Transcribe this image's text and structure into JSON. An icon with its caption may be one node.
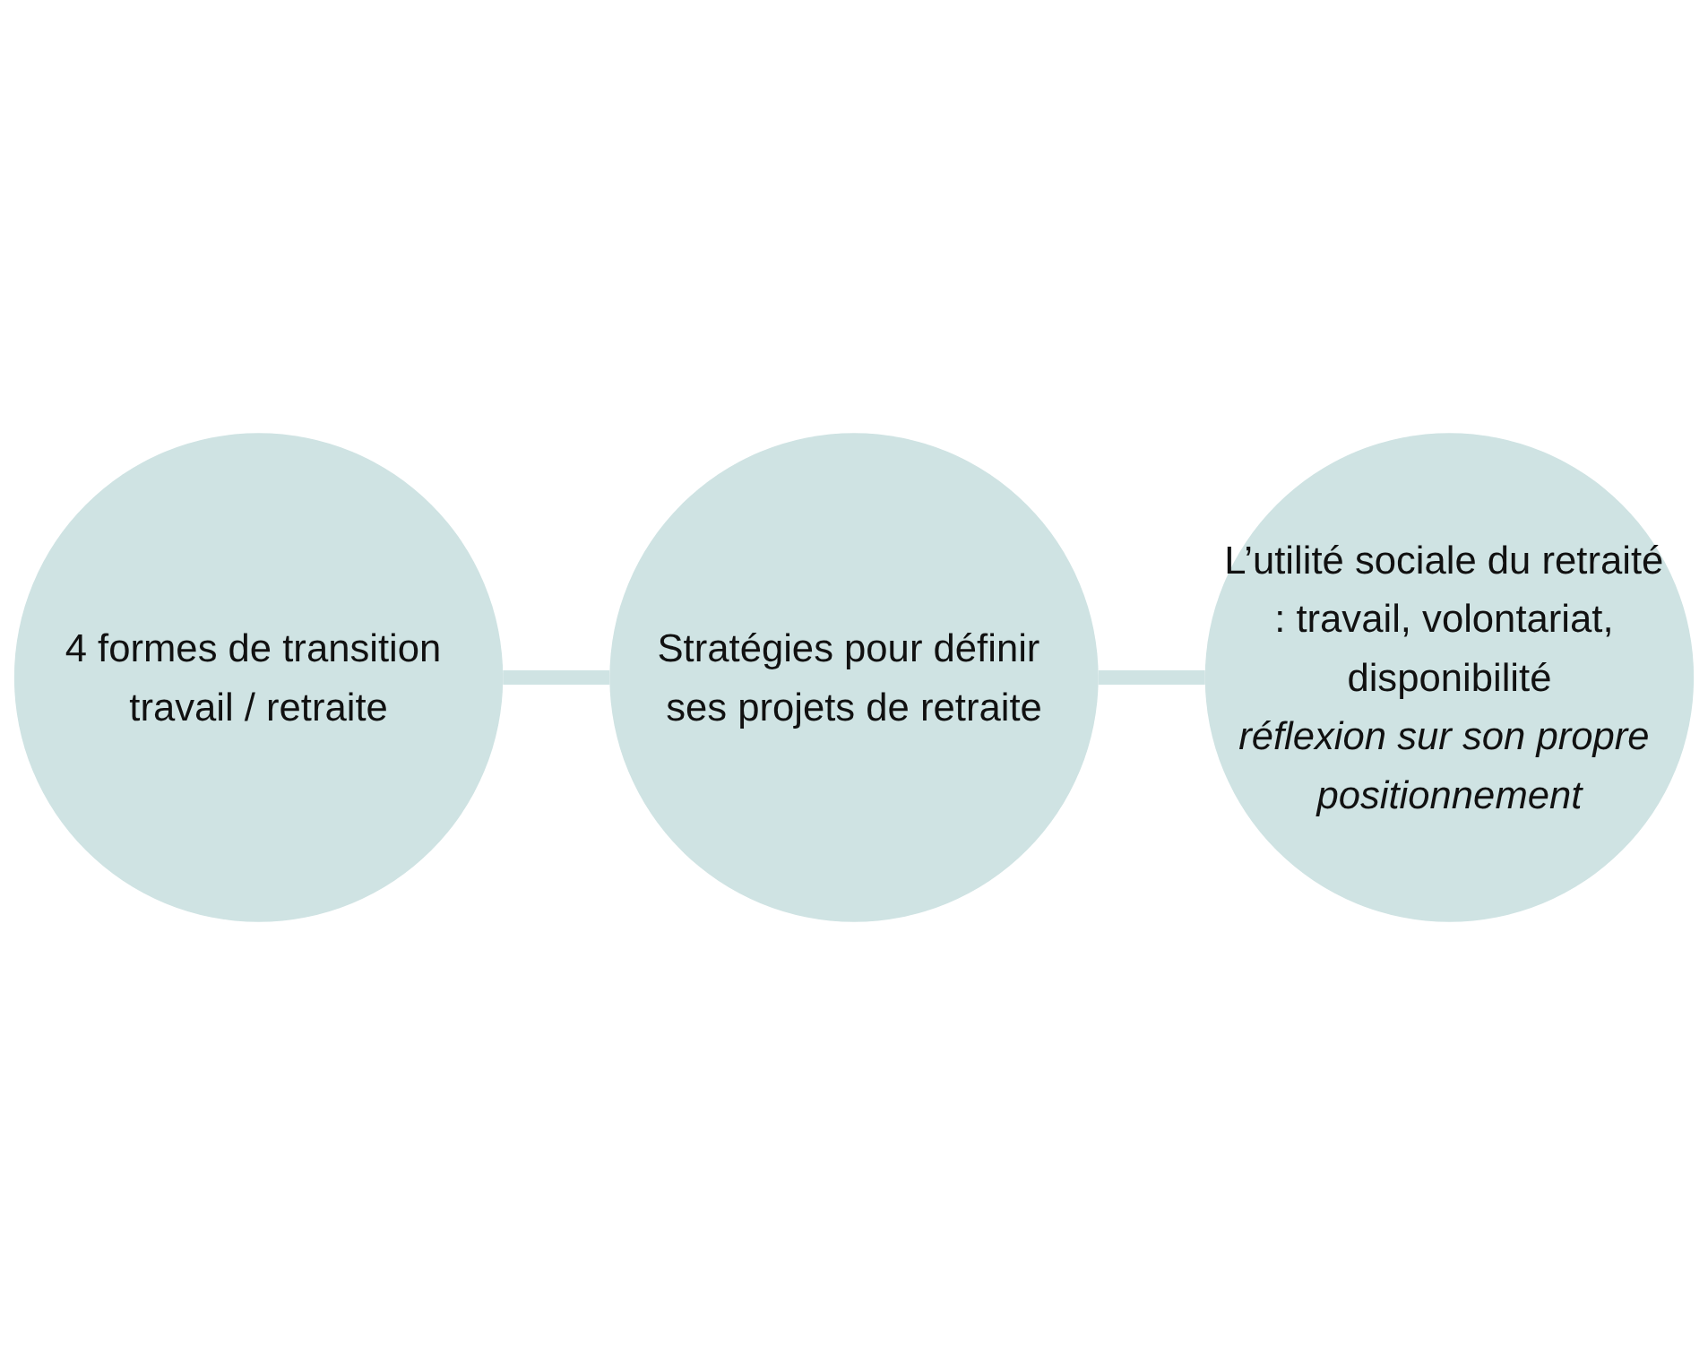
{
  "diagram": {
    "nodes": [
      {
        "text": [
          "4 formes de transition travail / retraite"
        ]
      },
      {
        "text": [
          "Stratégies pour définir ses projets de retraite"
        ]
      },
      {
        "text": [
          "L’utilité sociale du retraité : travail, volontariat, disponibilité",
          "réflexion sur son propre positionnement"
        ]
      }
    ],
    "edges": [
      {
        "from": 0,
        "to": 1,
        "arrow": "none"
      },
      {
        "from": 1,
        "to": 2,
        "arrow": "none"
      }
    ]
  }
}
